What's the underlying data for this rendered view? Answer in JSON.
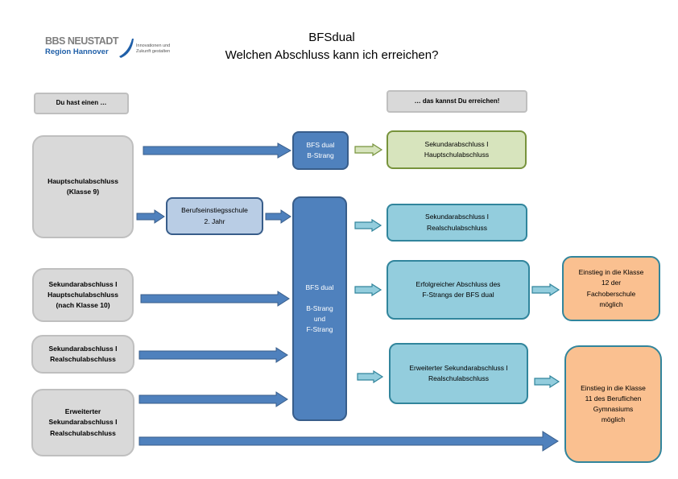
{
  "logo": {
    "line1": "BBS NEUSTADT",
    "line2": "Region Hannover",
    "tagline": [
      "Innovationen und",
      "Zukunft gestalten"
    ]
  },
  "title": {
    "line1": "BFSdual",
    "line2": "Welchen Abschluss kann ich erreichen?"
  },
  "headers": {
    "left": "Du hast einen …",
    "right": "… das kannst Du erreichen!"
  },
  "inputs": {
    "hauptschule": [
      "Hauptschulabschluss",
      "(Klasse 9)"
    ],
    "sek1_haupt": [
      "Sekundarabschluss I",
      "Hauptschulabschluss",
      "(nach Klasse 10)"
    ],
    "sek1_real": [
      "Sekundarabschluss I",
      "Realschulabschluss"
    ],
    "erw_sek1": [
      "Erweiterter",
      "Sekundarabschluss I",
      "Realschulabschluss"
    ]
  },
  "schools": {
    "bfs_b": [
      "BFS dual",
      "B-Strang"
    ],
    "berufseinstieg": [
      "Berufseinstiegsschule",
      "2. Jahr"
    ],
    "bfs_bf": [
      "BFS dual",
      "",
      "B-Strang",
      "und",
      "F-Strang"
    ]
  },
  "outcomes": {
    "sek1_haupt": [
      "Sekundarabschluss I",
      "Hauptschulabschluss"
    ],
    "sek1_real": [
      "Sekundarabschluss I",
      "Realschulabschluss"
    ],
    "f_strang": [
      "Erfolgreicher Abschluss des",
      "F-Strangs der BFS dual"
    ],
    "erw_sek1": [
      "Erweiterter Sekundarabschluss I",
      "Realschulabschluss"
    ]
  },
  "further": {
    "fachoberschule": [
      "Einstieg in die Klasse",
      "12 der",
      "Fachoberschule",
      "möglich"
    ],
    "gymnasium": [
      "Einstieg in die Klasse",
      "11 des Beruflichen",
      "Gymnasiums",
      "möglich"
    ]
  },
  "colors": {
    "gray_fill": "#d9d9d9",
    "dark_blue": "#4f81bd",
    "light_blue": "#b9cde5",
    "cyan": "#93cddd",
    "green": "#d7e4bd",
    "orange": "#fac090"
  }
}
